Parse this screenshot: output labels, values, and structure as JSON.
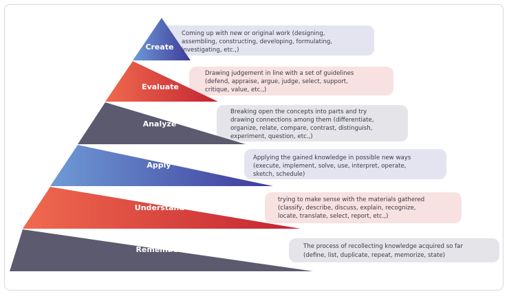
{
  "levels": [
    {
      "label": "Create",
      "description_lines": [
        "Coming up with new or original work (designing,",
        "assembling, constructing, developing, formulating,",
        "investigating, etc.,)"
      ]
    },
    {
      "label": "Evaluate",
      "description_lines": [
        "Drawing judgement in line with a set of guidelines",
        "(defend, appraise, argue, judge, select, support,",
        "critique, value, etc.,)"
      ]
    },
    {
      "label": "Analyze",
      "description_lines": [
        "Breaking open the concepts into parts and try",
        "drawing connections among them (differentiate,",
        "organize, relate, compare, contrast, distinguish,",
        "experiment, question, etc.,)"
      ]
    },
    {
      "label": "Apply",
      "description_lines": [
        "Applying the gained knowledge in possible new ways",
        "(execute, implement, solve, use, interpret, operate,",
        "sketch, schedule)"
      ]
    },
    {
      "label": "Understand",
      "description_lines": [
        "trying to make sense with the materials gathered",
        "(classify, describe, discuss, explain, recognize,",
        "locate, translate, select, report, etc.,)"
      ]
    },
    {
      "label": "Remember",
      "description_lines": [
        "The process of recollecting knowledge acquired so far",
        "(define, list, duplicate, repeat, memorize, state)"
      ]
    }
  ],
  "colors": {
    "blue_level": [
      "#3d3b9a",
      "#6f9ad6"
    ],
    "red_level": [
      "#c32431",
      "#f06a4f"
    ],
    "slate_level": "#5c5a6e",
    "blue_box": "#e4e4f1",
    "red_box": "#f7e1e1",
    "slate_box": "#e4e4e9",
    "frame_border": "#d7d7dd"
  }
}
